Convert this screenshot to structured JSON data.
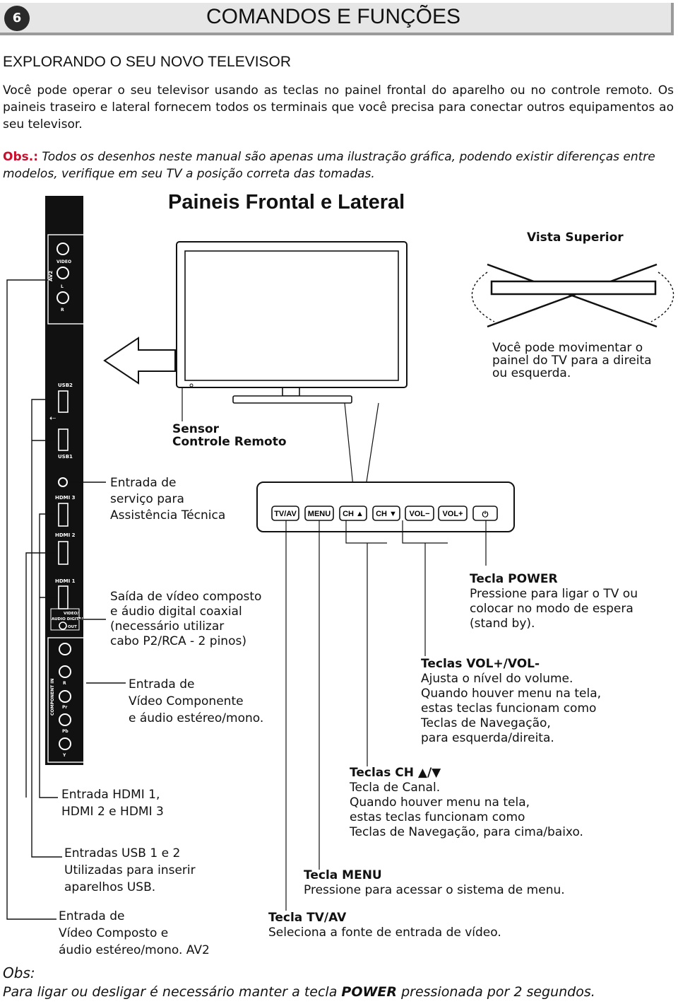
{
  "header": {
    "page_number": "6",
    "title": "COMANDOS E FUNÇÕES"
  },
  "section_title": "EXPLORANDO O SEU NOVO TELEVISOR",
  "intro": "Você pode operar o seu televisor usando as teclas no painel frontal do aparelho ou no controle remoto. Os paineis traseiro e lateral fornecem todos os terminais que você precisa para conectar outros equipamentos ao seu televisor.",
  "obs_note": {
    "label": "Obs.:",
    "text": " Todos os desenhos neste manual são apenas uma ilustração gráfica, podendo existir diferenças entre modelos, verifique em seu TV a posição correta das tomadas."
  },
  "diagram": {
    "title": "Paineis Frontal e Lateral",
    "top_view": "Vista Superior",
    "swivel": [
      "Você pode movimentar o",
      "painel do TV para a direita",
      "ou esquerda."
    ],
    "remote_sensor": [
      "Sensor",
      "Controle Remoto"
    ],
    "side_panel_labels": {
      "av2": "AV2",
      "video": "VIDEO",
      "l": "L",
      "r": "R",
      "usb2": "USB2",
      "usb1": "USB1",
      "hdmi3": "HDMI 3",
      "hdmi2": "HDMI 2",
      "hdmi1": "HDMI 1",
      "video_out_1": "VIDEO/",
      "video_out_2": "AUDIO DIGITAL",
      "out": "OUT",
      "component_in": "COMPONENT IN",
      "pr": "Pr",
      "pb": "Pb",
      "y": "Y"
    },
    "buttons": [
      "TV/AV",
      "MENU",
      "CH ▲",
      "CH ▼",
      "VOL−",
      "VOL+",
      "⏻"
    ],
    "service": [
      "Entrada de",
      "serviço para",
      "Assistência Técnica"
    ],
    "composite_out": [
      "Saída de vídeo composto",
      "e  áudio digital coaxial",
      "(necessário utilizar",
      "cabo P2/RCA - 2 pinos)"
    ],
    "component": [
      "Entrada de",
      "Vídeo Componente",
      "e áudio estéreo/mono."
    ],
    "hdmi": [
      "Entrada HDMI 1,",
      "HDMI 2 e HDMI 3"
    ],
    "usb": [
      "Entradas USB 1 e 2",
      "Utilizadas para inserir",
      "aparelhos USB."
    ],
    "av2_desc": [
      "Entrada de",
      "Vídeo Composto e",
      "áudio estéreo/mono. AV2"
    ],
    "power": {
      "title": "Tecla POWER",
      "lines": [
        "Pressione para ligar o TV ou",
        "colocar no modo de espera",
        "(stand by)."
      ]
    },
    "vol": {
      "title": "Teclas VOL+/VOL-",
      "lines": [
        "Ajusta o nível do volume.",
        "Quando houver menu na tela,",
        "estas teclas funcionam como",
        "Teclas de Navegação,",
        "para esquerda/direita."
      ]
    },
    "ch": {
      "title": "Teclas CH ▲/▼",
      "lines": [
        "Tecla de Canal.",
        "Quando houver menu na tela,",
        "estas teclas funcionam como",
        "Teclas de Navegação, para cima/baixo."
      ]
    },
    "menu": {
      "title": "Tecla MENU",
      "lines": [
        "Pressione para acessar o sistema de menu."
      ]
    },
    "tvav": {
      "title": "Tecla TV/AV",
      "lines": [
        "Seleciona a fonte de entrada de vídeo."
      ]
    }
  },
  "footer": {
    "label": "Obs:",
    "text_pre": "Para ligar ou desligar é necessário manter a tecla ",
    "text_bold": "POWER",
    "text_post": " pressionada por 2 segundos."
  }
}
